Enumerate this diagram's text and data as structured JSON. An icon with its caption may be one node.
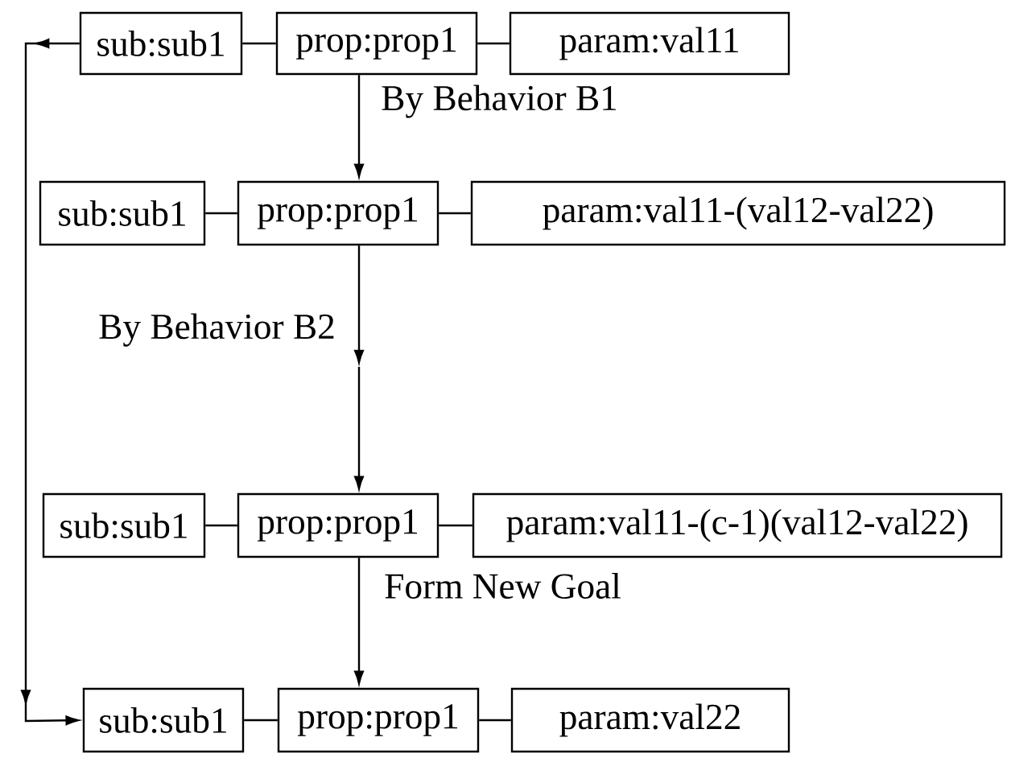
{
  "diagram": {
    "nodes": [
      {
        "text": [
          "sub:sub1"
        ]
      },
      {
        "text": [
          "prop:prop1"
        ]
      },
      {
        "text": [
          "param:val11"
        ]
      },
      {
        "text": [
          "sub:sub1"
        ]
      },
      {
        "text": [
          "prop:prop1"
        ]
      },
      {
        "text": [
          "param:val11-(val12-val22)"
        ]
      },
      {
        "text": [
          "sub:sub1"
        ]
      },
      {
        "text": [
          "prop:prop1"
        ]
      },
      {
        "text": [
          "param:val11-(c-1)(val12-val22)"
        ]
      },
      {
        "text": [
          "sub:sub1"
        ]
      },
      {
        "text": [
          "prop:prop1"
        ]
      },
      {
        "text": [
          "param:val22"
        ]
      }
    ],
    "edges": [
      {
        "from": 0,
        "to": 1,
        "arrow": "none"
      },
      {
        "from": 1,
        "to": 2,
        "arrow": "none"
      },
      {
        "from": 1,
        "to": 4,
        "arrow": "to",
        "label": "By Behavior B1"
      },
      {
        "from": 3,
        "to": 4,
        "arrow": "none"
      },
      {
        "from": 4,
        "to": 5,
        "arrow": "none"
      },
      {
        "from": 4,
        "to": null,
        "arrow": "to",
        "label": "By Behavior B2"
      },
      {
        "from": null,
        "to": 7,
        "arrow": "to"
      },
      {
        "from": 6,
        "to": 7,
        "arrow": "none"
      },
      {
        "from": 7,
        "to": 8,
        "arrow": "none"
      },
      {
        "from": 7,
        "to": 10,
        "arrow": "to",
        "label": "Form New Goal"
      },
      {
        "from": 9,
        "to": 10,
        "arrow": "none"
      },
      {
        "from": 10,
        "to": 11,
        "arrow": "none"
      },
      {
        "from": 0,
        "to": 9,
        "arrow": "to"
      }
    ]
  }
}
